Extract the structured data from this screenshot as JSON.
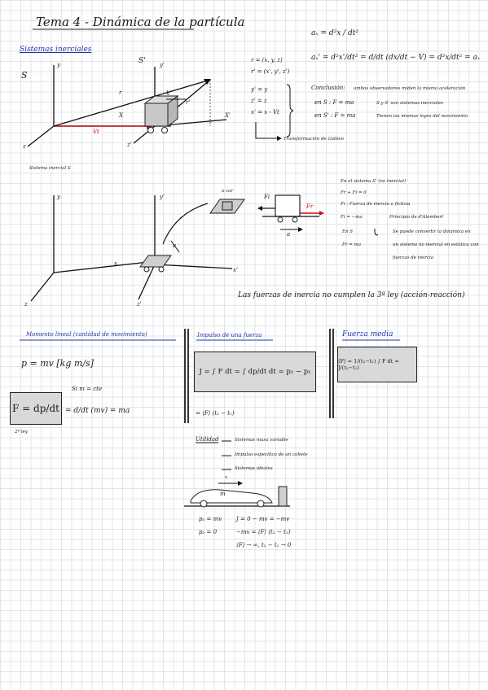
{
  "title": "Tema 4 - Dinámica de la partícula",
  "section1": {
    "heading": "Sistemas inerciales",
    "axis": {
      "S": "S",
      "Sp": "S'",
      "y": "y",
      "yp": "y'",
      "x": "X",
      "xp": "X'",
      "z": "z",
      "zp": "z'",
      "r": "r",
      "rp": "r'",
      "V": "V",
      "Vt": "Vt"
    },
    "eqs": [
      "r = (x, y, z)",
      "r' = (x', y', z')",
      "y' = y",
      "z' = z",
      "x' = x - Vt"
    ],
    "galileo": "Transformación de Galileo",
    "ax1": "aₓ = d²x / dt²",
    "ax2": "aₓ' = d²x'/dt² = d/dt (dx/dt − V) = d²x/dt² = aₓ",
    "conclusion_label": "Conclusión:",
    "conclusion": "ambos observadores miden la misma aceleración",
    "eq_S": "en S : F = ma",
    "eq_Sp": "en S' : F = ma",
    "note_S": "S y S' son sistemas inerciales",
    "note_Sp": "Tienen las mismas leyes del movimiento"
  },
  "section2": {
    "heading": "Sistema inercial S",
    "axis": {
      "y": "y",
      "yp": "y'",
      "x": "x",
      "xp": "x'",
      "z": "z",
      "zp": "z'",
      "a": "a"
    },
    "car_label": "a car",
    "box_forces": {
      "fi": "Fi",
      "fr": "Fr",
      "a": "a"
    },
    "notes": [
      "En el sistema S' (no inercial)",
      "Fr + Fi = 0",
      "Fi : Fuerza de inercia o ficticia",
      "Fi = −ma",
      "Fr = ma"
    ],
    "dalembert": "Principio de d'Alembert",
    "en_S": "En S",
    "dal_text": [
      "Se puede convertir la dinámica en",
      "un sistema no inercial en estática con",
      "fuerzas de inercia"
    ],
    "third_law": "Las fuerzas de inercia no cumplen la 3ª ley (acción-reacción)"
  },
  "section3": {
    "momento_heading": "Momento lineal (cantidad de movimiento)",
    "p_eq": "p = mv  [kg m/s]",
    "si_m": "Si m = cte",
    "f_box": "F = dp/dt",
    "f_rest": "= d/dt (mv) = ma",
    "segunda_ley": "2ª ley",
    "impulso_heading": "Impulso de una fuerza",
    "j_box": "J = ∫ F dt = ∫ dp/dt dt = p₂ − p₁",
    "j_avg": "= ⟨F⟩ (t₂ − t₁)",
    "fuerza_heading": "Fuerza media",
    "fm_box": "⟨F⟩ = 1/(t₂−t₁) ∫ F dt = J/(t₂−t₁)",
    "utilidad": "Utilidad",
    "util_items": [
      "Sistemas masa variable",
      "Impulso específico de un cohete",
      "Sistemas ideales"
    ],
    "car_m": "m",
    "car_v": "v",
    "p_rows": [
      "p₁ = mv",
      "p₂ = 0"
    ],
    "j_rows": [
      "J = 0 − mv = −mv",
      "−mv = ⟨F⟩ (t₂ − t₁)",
      "⟨F⟩ → ∞, t₂ − t₁ → 0"
    ]
  },
  "colors": {
    "grid": "#e3e5ea",
    "blue": "#2233aa",
    "red": "#cc1111",
    "box": "#d9d9d9"
  }
}
